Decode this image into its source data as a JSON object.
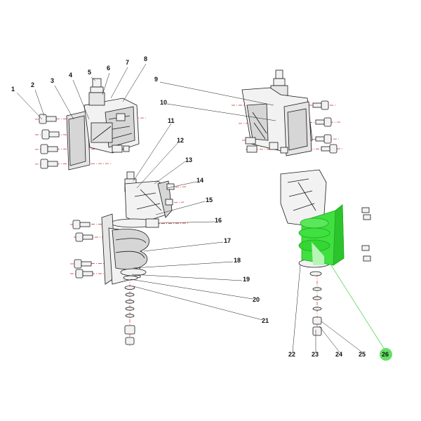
{
  "diagram": {
    "callouts": [
      "1",
      "2",
      "3",
      "4",
      "5",
      "6",
      "7",
      "8",
      "9",
      "10",
      "11",
      "12",
      "13",
      "14",
      "15",
      "16",
      "17",
      "18",
      "19",
      "20",
      "21",
      "22",
      "23",
      "24",
      "25",
      "26"
    ],
    "highlighted_callout": "26"
  },
  "colors": {
    "line": "#1a1a1a",
    "part_fill": "#f2f2f2",
    "part_shade": "#d6d6d6",
    "bolt_axis": "#d9231f",
    "highlight_fill": "#3fe03f",
    "highlight_dark": "#1fa81f",
    "highlight_leader": "#5cd65c",
    "badge_fill": "#64e064"
  }
}
